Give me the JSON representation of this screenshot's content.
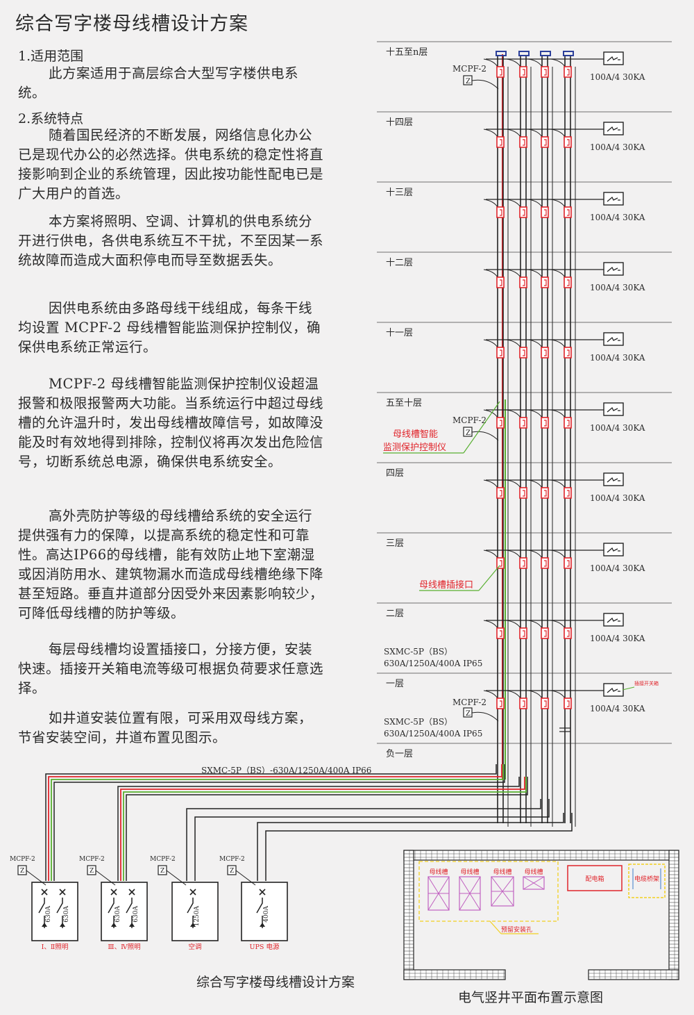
{
  "page_title": "综合写字楼母线槽设计方案",
  "sections": [
    {
      "heading": "1.适用范围",
      "paragraphs": [
        "此方案适用于高层综合大型写字楼供电系统。"
      ]
    },
    {
      "heading": "2.系统特点",
      "paragraphs": [
        "随着国民经济的不断发展，网络信息化办公已是现代办公的必然选择。供电系统的稳定性将直接影响到企业的系统管理，因此按功能性配电已是广大用户的首选。",
        "本方案将照明、空调、计算机的供电系统分开进行供电，各供电系统互不干扰，不至因某一系统故障而造成大面积停电而导至数据丢失。",
        "因供电系统由多路母线干线组成，每条干线均设置 MCPF-2 母线槽智能监测保护控制仪，确保供电系统正常运行。",
        "MCPF-2  母线槽智能监测保护控制仪设超温报警和极限报警两大功能。当系统运行中超过母线槽的允许温升时，发出母线槽故障信号，如故障没能及时有效地得到排除，控制仪将再次发出危险信号，切断系统总电源，确保供电系统安全。",
        "高外壳防护等级的母线槽给系统的安全运行提供强有力的保障，以提高系统的稳定性和可靠性。高达IP66的母线槽，能有效防止地下室潮湿或因消防用水、建筑物漏水而造成母线槽绝缘下降甚至短路。垂直井道部分因受外来因素影响较少，可降低母线槽的防护等级。",
        "每层母线槽均设置插接口，分接方便，安装快速。插接开关箱电流等级可根据负荷要求任意选择。",
        "如井道安装位置有限，可采用双母线方案，节省安装空间，井道布置见图示。"
      ]
    }
  ],
  "floors": [
    "十五至n层",
    "十四层",
    "十三层",
    "十二层",
    "十一层",
    "五至十层",
    "四层",
    "三层",
    "二层",
    "一层",
    "负一层"
  ],
  "tap_box_rating": "100A/4  30KA",
  "monitor_label": "MCPF-2",
  "monitor_symbol": "Z",
  "annotations": {
    "monitor_device": [
      "母线槽智能",
      "监测保护控制仪"
    ],
    "plug_interface": "母线槽插接口",
    "tap_switch_box": "插接开关箱",
    "busway_spec_line1": "SXMC-5P（BS）",
    "busway_spec_line2": "630A/1250A/400A  IP65",
    "main_busway": "SXMC-5P（BS）-630A/1250A/400A    IP66"
  },
  "panels": [
    {
      "monitor": "MCPF-2",
      "ratings": [
        "630A",
        "630A"
      ],
      "label": "Ⅰ、Ⅱ照明"
    },
    {
      "monitor": "MCPF-2",
      "ratings": [
        "630A",
        "630A"
      ],
      "label": "Ⅲ、Ⅳ照明"
    },
    {
      "monitor": "MCPF-2",
      "ratings": [
        "1250A"
      ],
      "label": "空调"
    },
    {
      "monitor": "MCPF-2",
      "ratings": [
        "400A"
      ],
      "label": "UPS 电源"
    }
  ],
  "shaft_plan": {
    "busway_label": "母线槽",
    "dist_box": "配电箱",
    "cable_tray": "电缆桥架",
    "reserved_hole": "预留安装孔"
  },
  "captions": {
    "left": "综合写字楼母线槽设计方案",
    "right": "电气竖井平面布置示意图"
  },
  "colors": {
    "red": "#e0242a",
    "green": "#58b031",
    "magenta": "#c060c0",
    "yellow": "#f2d020",
    "blue": "#2b3f9a"
  }
}
